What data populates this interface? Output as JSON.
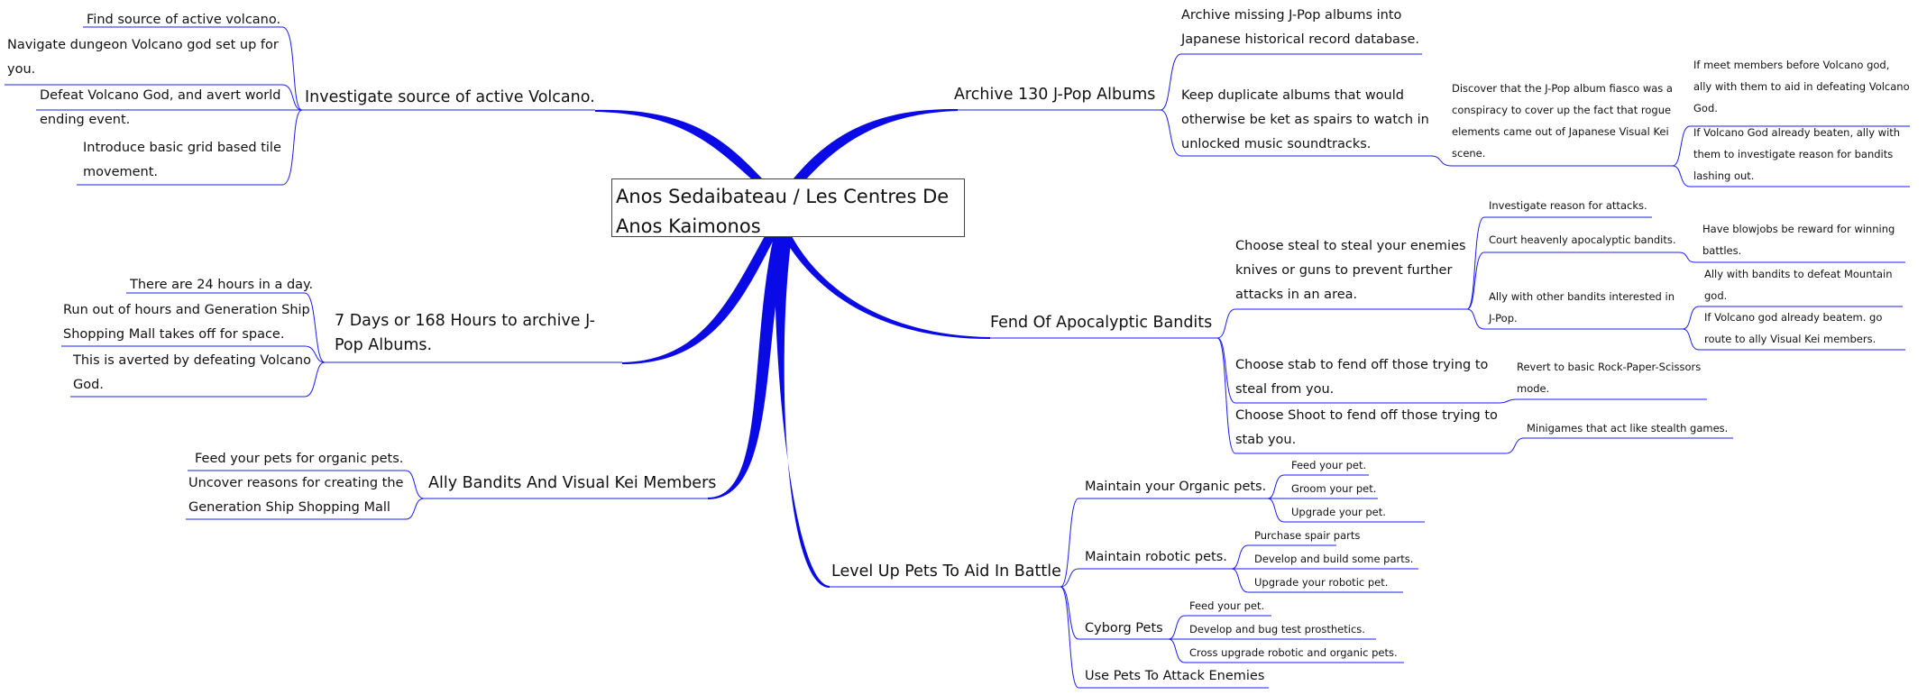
{
  "center": "Anos Sedaibateau / Les Centres De Anos Kaimonos",
  "branches": {
    "volcano": {
      "title": "Investigate source of active Volcano.",
      "items": [
        "Find source of active volcano.",
        "Navigate dungeon Volcano god set up for you.",
        "Defeat Volcano God, and avert world ending event.",
        "Introduce basic grid based tile movement."
      ]
    },
    "days": {
      "title": "7 Days or 168 Hours to archive J-Pop Albums.",
      "items": [
        "There are 24 hours in a day.",
        "Run out of hours and Generation Ship Shopping Mall takes off for space.",
        "This is averted by defeating Volcano God."
      ]
    },
    "ally": {
      "title": "Ally Bandits And Visual Kei Members",
      "items": [
        "Feed your pets for organic pets.",
        "Uncover reasons for creating the Generation Ship Shopping Mall"
      ]
    },
    "archive": {
      "title": "Archive 130 J-Pop Albums",
      "items": [
        "Archive missing J-Pop albums into Japanese historical record database.",
        "Keep duplicate albums that would otherwise be ket as spairs to watch in unlocked music soundtracks."
      ],
      "sub": "Discover that the J-Pop album fiasco was a conspiracy to cover up the fact that rogue elements came out of Japanese Visual Kei scene.",
      "subsub": [
        "If meet members before Volcano god, ally with them to aid in defeating Volcano God.",
        "If Volcano God already beaten, ally with them to investigate reason for bandits lashing out."
      ]
    },
    "bandits": {
      "title": "Fend Of Apocalyptic Bandits",
      "steal": "Choose steal to steal your enemies knives or guns to prevent further attacks in an area.",
      "steal_items": [
        "Investigate reason for attacks.",
        "Court heavenly apocalyptic bandits.",
        "Ally with other bandits interested in J-Pop."
      ],
      "court_items": [
        "Have blowjobs be reward for winning battles."
      ],
      "ally_items": [
        "Ally with bandits to defeat Mountain god.",
        "If Volcano god already beatem. go route to ally Visual Kei members."
      ],
      "stab": "Choose stab to fend off those trying to steal from you.",
      "stab_item": "Revert to basic Rock-Paper-Scissors mode.",
      "shoot": "Choose Shoot to fend off those trying to stab you.",
      "shoot_item": "Minigames that act like stealth games."
    },
    "pets": {
      "title": "Level Up Pets To Aid In Battle",
      "organic": {
        "label": "Maintain your Organic pets.",
        "items": [
          "Feed your pet.",
          "Groom your pet.",
          "Upgrade your pet."
        ]
      },
      "robotic": {
        "label": "Maintain robotic pets.",
        "items": [
          "Purchase spair parts",
          "Develop and build some parts.",
          "Upgrade your robotic pet."
        ]
      },
      "cyborg": {
        "label": "Cyborg Pets",
        "items": [
          "Feed your pet.",
          "Develop and bug test prosthetics.",
          "Cross upgrade robotic and organic pets."
        ]
      },
      "attack": "Use Pets To Attack Enemies"
    }
  },
  "colors": {
    "connector": "#1c1cf0",
    "trunk": "#0a0ae6",
    "box_border": "#444444"
  }
}
